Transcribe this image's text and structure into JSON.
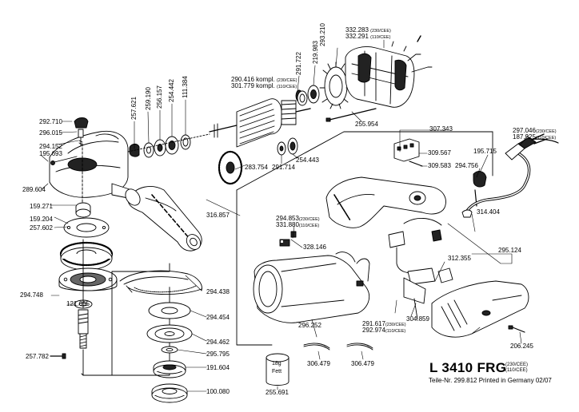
{
  "title": {
    "model": "L 3410 FRG",
    "variant_1": "(230/CEE)",
    "variant_2": "(110/CEE)",
    "footer": "Teile-Nr. 299.812 Printed in Germany 02/07"
  },
  "container": {
    "amount": "18g",
    "content": "Fett"
  },
  "parts": {
    "p292710": "292.710",
    "p296015": "296.015",
    "p294152": "294.152",
    "p195693": "195.693",
    "p289604": "289.604",
    "p159271": "159.271",
    "p159204": "159.204",
    "p257602": "257.602",
    "p294748": "294.748",
    "p121665": "121.665",
    "p257782": "257.782",
    "p257621": "257.621",
    "p259190": "259.190",
    "p256157": "256.157",
    "p254442": "254.442",
    "p111384": "111.384",
    "p316857": "316.857",
    "p294438": "294.438",
    "p294454": "294.454",
    "p294462": "294.462",
    "p295795": "295.795",
    "p191604": "191.604",
    "p100080": "100.080",
    "p290416": "290.416 kompl.",
    "p290416_v": "(230/CEE)",
    "p301779": "301.779 kompl.",
    "p301779_v": "(110/CEE)",
    "p283754": "283.754",
    "p291714": "291.714",
    "p254443": "254.443",
    "p291722": "291.722",
    "p219983": "219.983",
    "p293210": "293.210",
    "p332283": "332.283",
    "p332283_v": "(230/CEE)",
    "p332291": "332.291",
    "p332291_v": "(110/CEE)",
    "p255954": "255.954",
    "p307343": "307.343",
    "p309567": "309.567",
    "p309583": "309.583",
    "p195715": "195.715",
    "p294756": "294.756",
    "p297046": "297.046",
    "p297046_v": "(230/CEE)",
    "p187925": "187.925",
    "p187925_v": "(110/CEE)",
    "p314404": "314.404",
    "p295124": "295.124",
    "p294853": "294.853",
    "p294853_v": "(230/CEE)",
    "p331880": "331.880",
    "p331880_v": "(110/CEE)",
    "p328146": "328.146",
    "p312355": "312.355",
    "p296252": "296.252",
    "p304859": "304.859",
    "p291617": "291.617",
    "p291617_v": "(230/CEE)",
    "p292974": "292.974",
    "p292974_v": "(110/CEE)",
    "p206245": "206.245",
    "p306479a": "306.479",
    "p306479b": "306.479",
    "p255691": "255.691"
  }
}
